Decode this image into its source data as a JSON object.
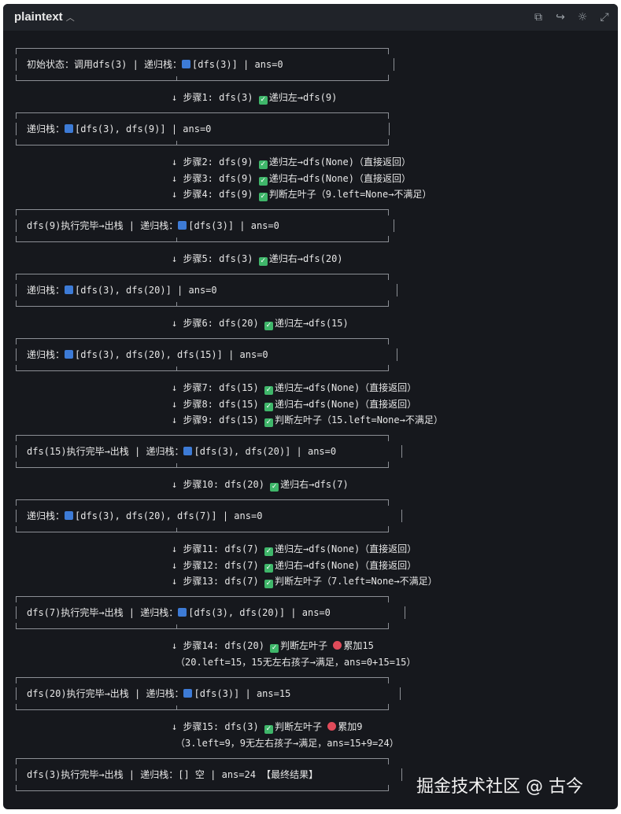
{
  "header": {
    "language": "plaintext"
  },
  "toolbar": {
    "copy_icon": "⧉",
    "wrap_icon": "↪",
    "theme_icon": "☼",
    "expand_icon": "⤢"
  },
  "code": {
    "box1": "初始状态：调用dfs(3) | 递归栈：",
    "box1_b": "[dfs(3)] | ans=0",
    "step1": "↓ 步骤1: dfs(3)",
    "step1_b": "递归左→dfs(9)",
    "box2": "递归栈：",
    "box2_b": "[dfs(3), dfs(9)] | ans=0",
    "step2": "↓ 步骤2: dfs(9)",
    "step2_b": "递归左→dfs(None)（直接返回）",
    "step3": "↓ 步骤3: dfs(9)",
    "step3_b": "递归右→dfs(None)（直接返回）",
    "step4": "↓ 步骤4: dfs(9)",
    "step4_b": "判断左叶子（9.left=None→不满足）",
    "box3": "dfs(9)执行完毕→出栈 | 递归栈：",
    "box3_b": "[dfs(3)] | ans=0",
    "step5": "↓ 步骤5: dfs(3)",
    "step5_b": "递归右→dfs(20)",
    "box4": "递归栈：",
    "box4_b": "[dfs(3), dfs(20)] | ans=0",
    "step6": "↓ 步骤6: dfs(20)",
    "step6_b": "递归左→dfs(15)",
    "box5": "递归栈：",
    "box5_b": "[dfs(3), dfs(20), dfs(15)] | ans=0",
    "step7": "↓ 步骤7: dfs(15)",
    "step7_b": "递归左→dfs(None)（直接返回）",
    "step8": "↓ 步骤8: dfs(15)",
    "step8_b": "递归右→dfs(None)（直接返回）",
    "step9": "↓ 步骤9: dfs(15)",
    "step9_b": "判断左叶子（15.left=None→不满足）",
    "box6": "dfs(15)执行完毕→出栈 | 递归栈：",
    "box6_b": "[dfs(3), dfs(20)] | ans=0",
    "step10": "↓ 步骤10: dfs(20)",
    "step10_b": "递归右→dfs(7)",
    "box7": "递归栈：",
    "box7_b": "[dfs(3), dfs(20), dfs(7)] | ans=0",
    "step11": "↓ 步骤11: dfs(7)",
    "step11_b": "递归左→dfs(None)（直接返回）",
    "step12": "↓ 步骤12: dfs(7)",
    "step12_b": "递归右→dfs(None)（直接返回）",
    "step13": "↓ 步骤13: dfs(7)",
    "step13_b": "判断左叶子（7.left=None→不满足）",
    "box8": "dfs(7)执行完毕→出栈 | 递归栈：",
    "box8_b": "[dfs(3), dfs(20)] | ans=0",
    "step14": "↓ 步骤14: dfs(20)",
    "step14_b": "判断左叶子",
    "step14_c": "累加15",
    "step14_note": "（20.left=15，15无左右孩子→满足，ans=0+15=15）",
    "box9": "dfs(20)执行完毕→出栈 | 递归栈：",
    "box9_b": "[dfs(3)] | ans=15",
    "step15": "↓ 步骤15: dfs(3)",
    "step15_b": "判断左叶子",
    "step15_c": "累加9",
    "step15_note": "（3.left=9，9无左右孩子→满足，ans=15+9=24）",
    "box10": "dfs(3)执行完毕→出栈 | 递归栈：[] 空 | ans=24 【最终结果】"
  },
  "watermark": "掘金技术社区 @ 古今"
}
